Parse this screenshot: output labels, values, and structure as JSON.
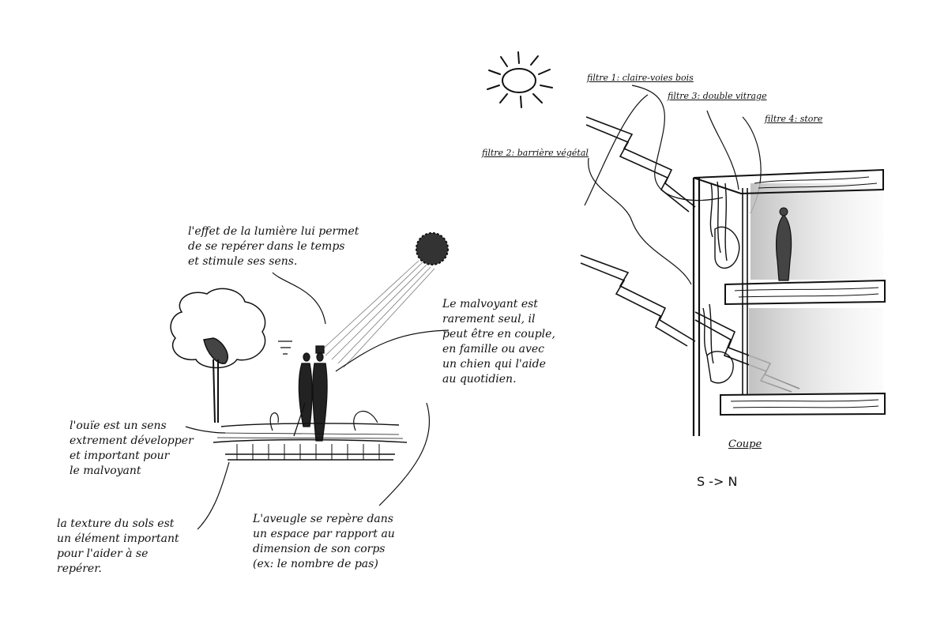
{
  "left_sketch": {
    "annotations": {
      "light": "l'effet de la lumière lui permet\nde se repérer dans le temps\net stimule ses sens.",
      "companion": "Le malvoyant est\nrarement seul, il\npeut être en couple,\nen famille ou avec\nun chien qui l'aide\nau quotidien.",
      "hearing": "l'ouïe est un sens\nextrement développer\net important pour\nle malvoyant",
      "texture": "la texture du sols est\nun élément important\npour l'aider à se\nrepérer.",
      "body_scale": "L'aveugle se repère dans\nun espace par rapport au\ndimension de son corps\n(ex: le nombre de pas)"
    }
  },
  "right_sketch": {
    "filters": {
      "f1": "filtre 1: claire-voies bois",
      "f2": "filtre 2: barrière végétal",
      "f3": "filtre 3: double vitrage",
      "f4": "filtre 4: store"
    },
    "caption": "Coupe",
    "orientation": "S -> N"
  },
  "colors": {
    "ink": "#111111",
    "paper": "#ffffff"
  }
}
